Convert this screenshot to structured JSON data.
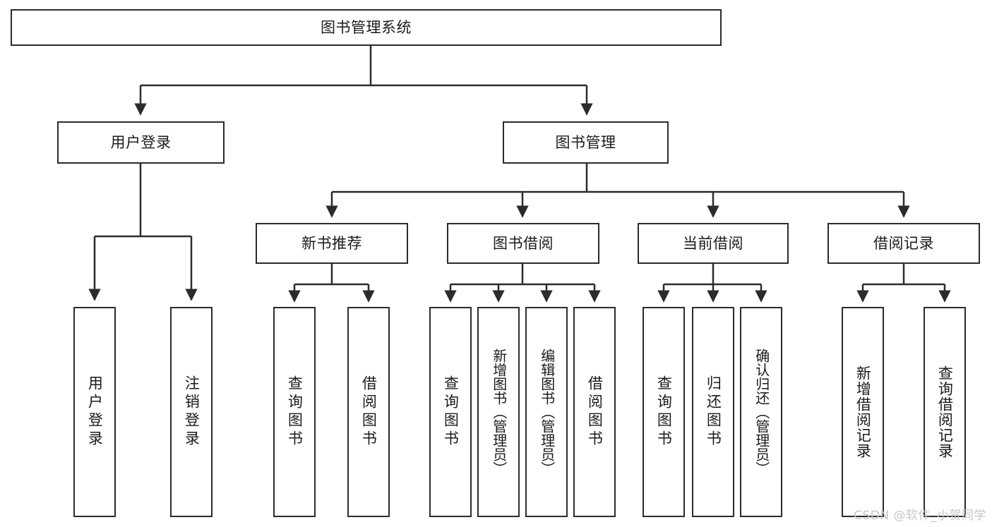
{
  "diagram": {
    "type": "tree-hierarchy",
    "title": "图书管理系统",
    "colors": {
      "box_border": "#2b2b2b",
      "box_fill": "#ffffff",
      "connector": "#2b2b2b",
      "text": "#1b1b1b",
      "watermark": "#c6c6c6",
      "background": "#ffffff"
    },
    "root": {
      "id": "root",
      "label": "图书管理系统"
    },
    "level2": [
      {
        "id": "user-login",
        "label": "用户登录"
      },
      {
        "id": "book-manage",
        "label": "图书管理"
      }
    ],
    "level3": [
      {
        "id": "new-book-recommend",
        "label": "新书推荐",
        "parent": "book-manage"
      },
      {
        "id": "book-borrow",
        "label": "图书借阅",
        "parent": "book-manage"
      },
      {
        "id": "current-borrow",
        "label": "当前借阅",
        "parent": "book-manage"
      },
      {
        "id": "borrow-record",
        "label": "借阅记录",
        "parent": "book-manage"
      }
    ],
    "leaves": {
      "user_login": [
        {
          "id": "leaf-user-login",
          "label": "用户登录"
        },
        {
          "id": "leaf-logout",
          "label": "注销登录"
        }
      ],
      "new_book_recommend": [
        {
          "id": "leaf-query-book-1",
          "label": "查询图书"
        },
        {
          "id": "leaf-borrow-book-1",
          "label": "借阅图书"
        }
      ],
      "book_borrow": [
        {
          "id": "leaf-query-book-2",
          "label": "查询图书"
        },
        {
          "id": "leaf-add-book",
          "label": "新增图书（管理员）"
        },
        {
          "id": "leaf-edit-book",
          "label": "编辑图书（管理员）"
        },
        {
          "id": "leaf-borrow-book-2",
          "label": "借阅图书"
        }
      ],
      "current_borrow": [
        {
          "id": "leaf-query-book-3",
          "label": "查询图书"
        },
        {
          "id": "leaf-return-book",
          "label": "归还图书"
        },
        {
          "id": "leaf-confirm-return",
          "label": "确认归还（管理员）"
        }
      ],
      "borrow_record": [
        {
          "id": "leaf-add-record",
          "label": "新增借阅记录"
        },
        {
          "id": "leaf-query-record",
          "label": "查询借阅记录"
        }
      ]
    },
    "watermark": "CSDN @软件_小贺同学"
  }
}
